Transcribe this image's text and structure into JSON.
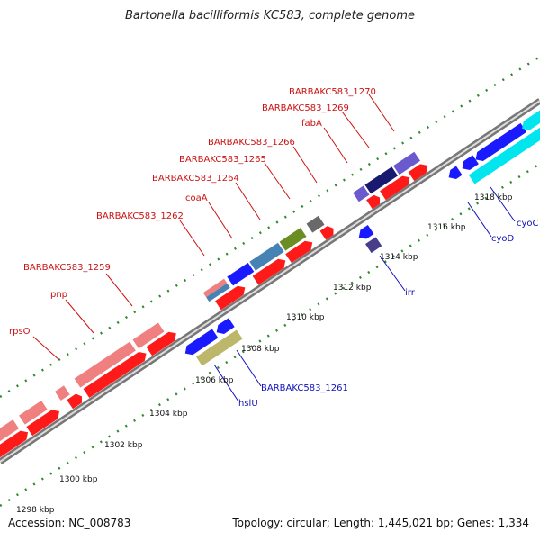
{
  "title": "Bartonella bacilliformis KC583, complete genome",
  "footer": {
    "accession": "Accession: NC_008783",
    "stats": "Topology: circular; Length: 1,445,021 bp; Genes: 1,334"
  },
  "colors": {
    "backbone": "#888888",
    "tick_green": "#2e8b2e",
    "forward_label": "#cc1111",
    "reverse_label": "#1111bb"
  },
  "ticks": [
    "1298 kbp",
    "1300 kbp",
    "1302 kbp",
    "1304 kbp",
    "1306 kbp",
    "1308 kbp",
    "1310 kbp",
    "1312 kbp",
    "1314 kbp",
    "1316 kbp",
    "1318 kbp"
  ],
  "forward_labels": [
    "rpsO",
    "pnp",
    "BARBAKC583_1259",
    "BARBAKC583_1262",
    "coaA",
    "BARBAKC583_1264",
    "BARBAKC583_1265",
    "BARBAKC583_1266",
    "fabA",
    "BARBAKC583_1269",
    "BARBAKC583_1270"
  ],
  "reverse_labels": [
    "hslU",
    "BARBAKC583_1261",
    "irr",
    "cyoD",
    "cyoC"
  ]
}
